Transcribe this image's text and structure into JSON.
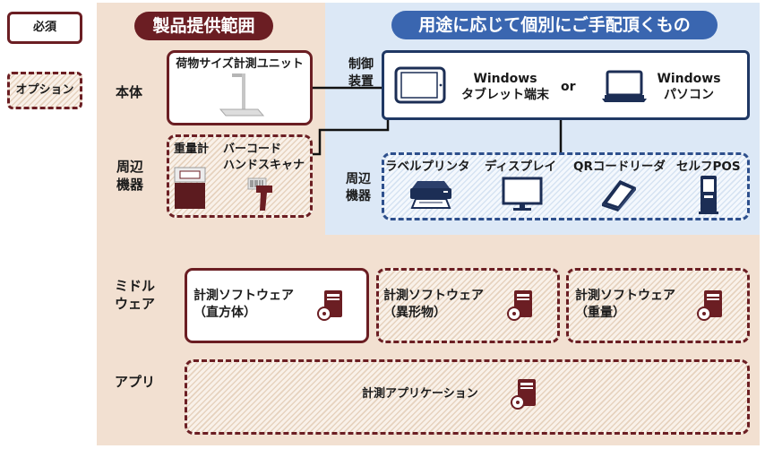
{
  "legend": {
    "required": "必須",
    "option": "オプション"
  },
  "scope": {
    "title": "製品提供範囲",
    "row_labels": {
      "main_body": "本体",
      "peripherals": [
        "周辺",
        "機器"
      ],
      "middleware": [
        "ミドル",
        "ウェア"
      ],
      "app": "アプリ"
    },
    "main_unit": {
      "label": "荷物サイズ計測ユニット",
      "required": true,
      "icon": "measuring-stand-icon"
    },
    "peripherals": {
      "required": false,
      "items": [
        {
          "label": [
            "重量計"
          ],
          "icon": "weighing-scale-icon"
        },
        {
          "label": [
            "バーコード",
            "ハンドスキャナ"
          ],
          "icon": "barcode-scanner-icon"
        }
      ]
    },
    "middleware": [
      {
        "label": [
          "計測ソフトウェア",
          "（直方体）"
        ],
        "required": true,
        "icon": "software-icon"
      },
      {
        "label": [
          "計測ソフトウェア",
          "（異形物）"
        ],
        "required": false,
        "icon": "software-icon"
      },
      {
        "label": [
          "計測ソフトウェア",
          "（重量）"
        ],
        "required": false,
        "icon": "software-icon"
      }
    ],
    "app": {
      "label": "計測アプリケーション",
      "required": false,
      "icon": "software-icon"
    }
  },
  "customer_arranged": {
    "title": "用途に応じて個別にご手配頂くもの",
    "row_labels": {
      "control_device": [
        "制御",
        "装置"
      ],
      "peripherals": [
        "周辺",
        "機器"
      ]
    },
    "control_device": {
      "options": [
        {
          "label": [
            "Windows",
            "タブレット端末"
          ],
          "icon": "tablet-icon"
        },
        {
          "label": [
            "Windows",
            "パソコン"
          ],
          "icon": "laptop-icon"
        }
      ],
      "separator": "or"
    },
    "peripherals": [
      {
        "label": "ラベルプリンタ",
        "icon": "label-printer-icon"
      },
      {
        "label": "ディスプレイ",
        "icon": "display-icon"
      },
      {
        "label": "QRコードリーダ",
        "icon": "qr-code-reader-icon"
      },
      {
        "label": "セルフPOS",
        "icon": "self-pos-icon"
      }
    ]
  },
  "colors": {
    "maroon": "#6b1e23",
    "scope_background": "#f2e0d1",
    "customer_background": "#dce8f6",
    "customer_title": "#3a66b0",
    "navy": "#1f3864",
    "navy_dashed": "#2d4f8c"
  }
}
